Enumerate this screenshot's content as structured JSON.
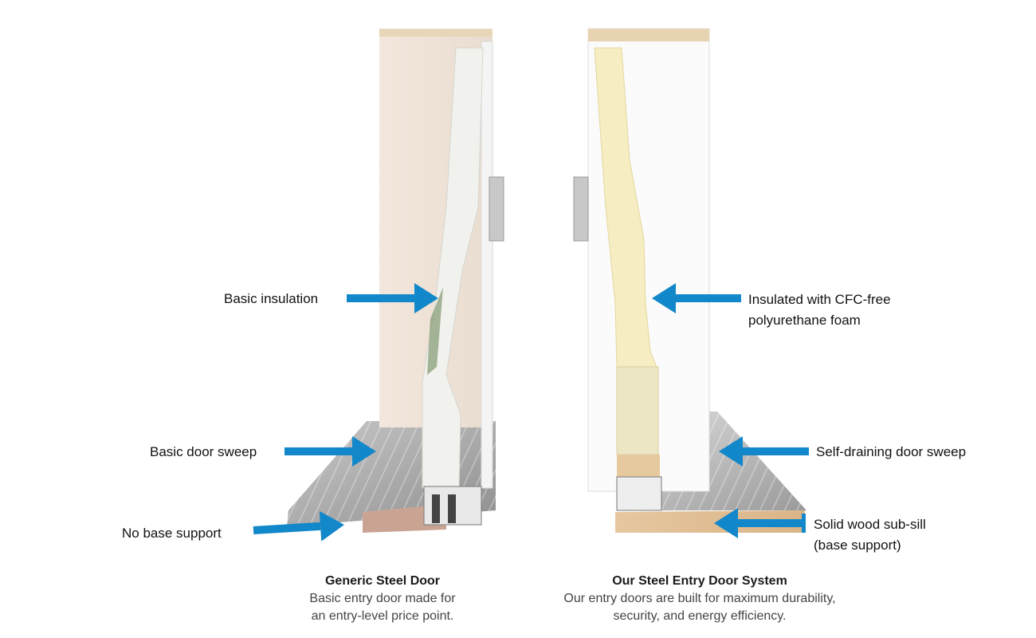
{
  "colors": {
    "arrow": "#1287c9"
  },
  "generic_door": {
    "callouts": {
      "insulation": "Basic insulation",
      "sweep": "Basic door sweep",
      "base": "No base support"
    },
    "caption": {
      "title": "Generic Steel Door",
      "line1": "Basic entry door made for",
      "line2": "an entry-level price point."
    }
  },
  "our_door": {
    "callouts": {
      "insulation_line1": "Insulated with CFC-free",
      "insulation_line2": "polyurethane foam",
      "sweep": "Self-draining door sweep",
      "subsill_line1": "Solid wood sub-sill",
      "subsill_line2": "(base support)"
    },
    "caption": {
      "title": "Our Steel Entry Door System",
      "line1": "Our entry doors are built for maximum durability,",
      "line2": "security, and energy efficiency."
    }
  }
}
